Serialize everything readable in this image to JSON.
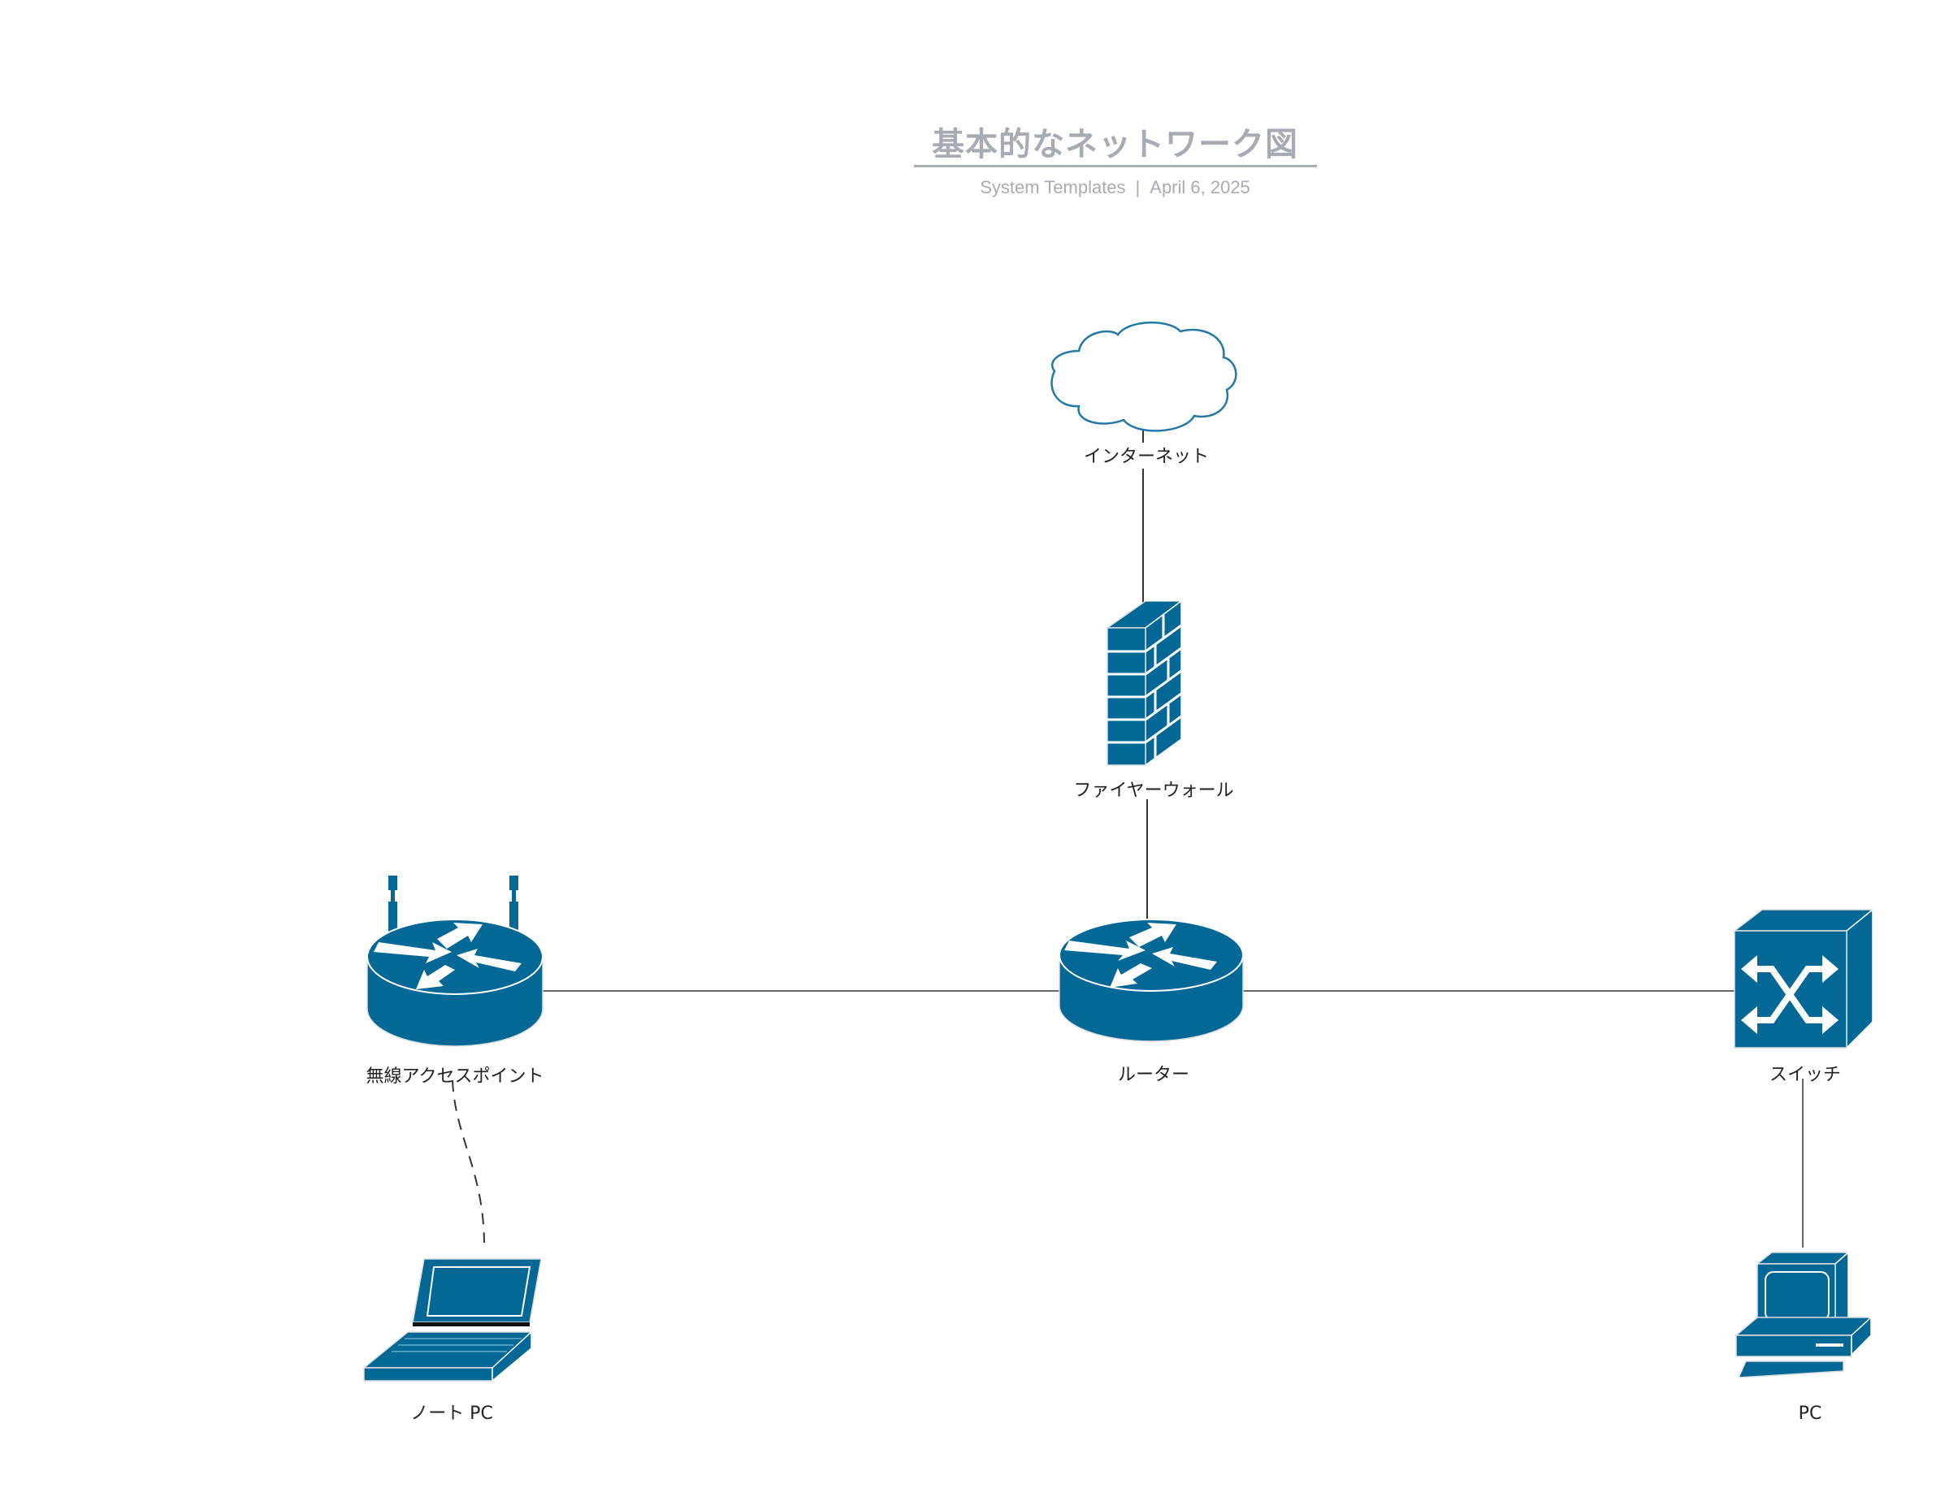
{
  "header": {
    "title": "基本的なネットワーク図",
    "author": "System Templates",
    "separator": "|",
    "date": "April 6, 2025"
  },
  "colors": {
    "device_fill": "#036896",
    "title_gray": "#a7acb4",
    "link_line": "#333333"
  },
  "nodes": {
    "internet": {
      "label": "インターネット",
      "icon": "cloud-icon"
    },
    "firewall": {
      "label": "ファイヤーウォール",
      "icon": "firewall-icon"
    },
    "router": {
      "label": "ルーター",
      "icon": "router-icon"
    },
    "access_point": {
      "label": "無線アクセスポイント",
      "icon": "wireless-router-icon"
    },
    "switch": {
      "label": "スイッチ",
      "icon": "switch-icon"
    },
    "laptop": {
      "label": "ノート PC",
      "icon": "laptop-icon"
    },
    "pc": {
      "label": "PC",
      "icon": "desktop-pc-icon"
    }
  },
  "links": [
    {
      "from": "internet",
      "to": "firewall",
      "style": "solid"
    },
    {
      "from": "firewall",
      "to": "router",
      "style": "solid"
    },
    {
      "from": "access_point",
      "to": "router",
      "style": "solid"
    },
    {
      "from": "router",
      "to": "switch",
      "style": "solid"
    },
    {
      "from": "switch",
      "to": "pc",
      "style": "solid"
    },
    {
      "from": "access_point",
      "to": "laptop",
      "style": "dashed"
    }
  ]
}
